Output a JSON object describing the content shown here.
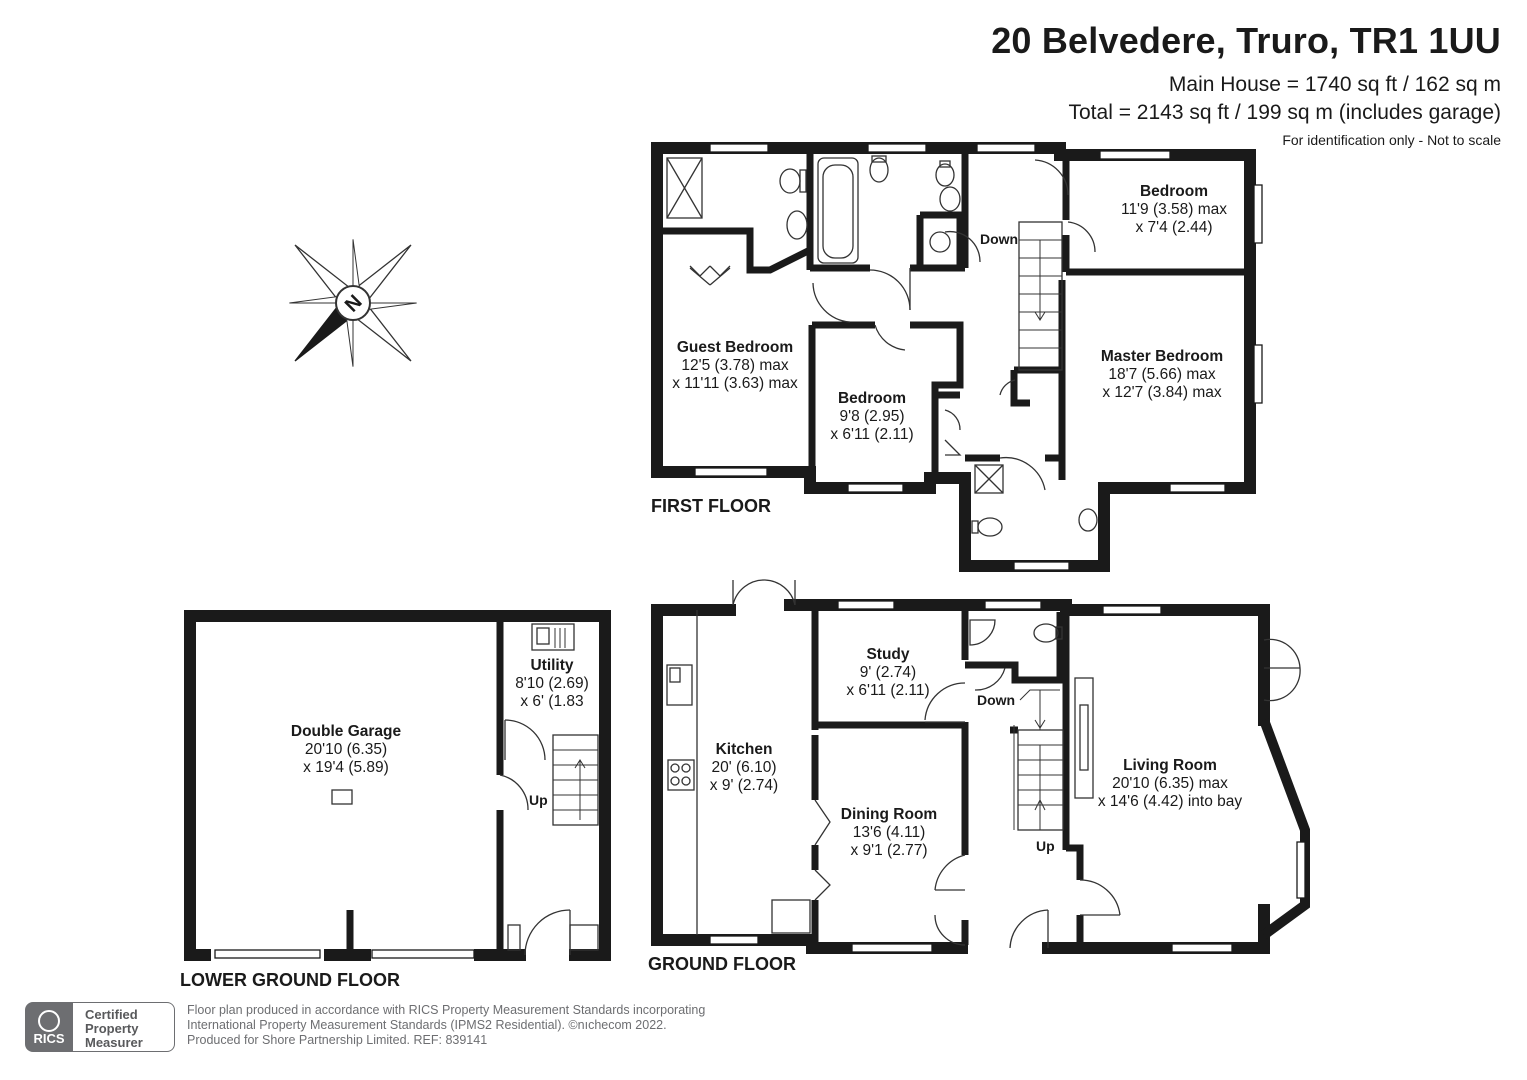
{
  "header": {
    "title": "20 Belvedere, Truro, TR1 1UU",
    "main_area": "Main House = 1740 sq ft / 162 sq m",
    "total_area": "Total = 2143 sq ft / 199 sq m (includes garage)",
    "note": "For identification only - Not to scale"
  },
  "compass": {
    "label": "N"
  },
  "floors": {
    "first": "FIRST FLOOR",
    "ground": "GROUND FLOOR",
    "lower": "LOWER GROUND FLOOR"
  },
  "rooms": [
    {
      "id": "bedroom-ne",
      "name": "Bedroom",
      "dim1": "11'9 (3.58) max",
      "dim2": "x 7'4 (2.44)"
    },
    {
      "id": "guest-bedroom",
      "name": "Guest Bedroom",
      "dim1": "12'5 (3.78) max",
      "dim2": "x 11'11 (3.63) max"
    },
    {
      "id": "master-bedroom",
      "name": "Master Bedroom",
      "dim1": "18'7 (5.66) max",
      "dim2": "x 12'7 (3.84) max"
    },
    {
      "id": "bedroom-small",
      "name": "Bedroom",
      "dim1": "9'8 (2.95)",
      "dim2": "x 6'11 (2.11)"
    },
    {
      "id": "double-garage",
      "name": "Double Garage",
      "dim1": "20'10 (6.35)",
      "dim2": "x 19'4 (5.89)"
    },
    {
      "id": "utility",
      "name": "Utility",
      "dim1": "8'10 (2.69)",
      "dim2": "x 6' (1.83"
    },
    {
      "id": "study",
      "name": "Study",
      "dim1": "9' (2.74)",
      "dim2": "x 6'11 (2.11)"
    },
    {
      "id": "kitchen",
      "name": "Kitchen",
      "dim1": "20' (6.10)",
      "dim2": "x 9' (2.74)"
    },
    {
      "id": "dining-room",
      "name": "Dining Room",
      "dim1": "13'6 (4.11)",
      "dim2": "x 9'1 (2.77)"
    },
    {
      "id": "living-room",
      "name": "Living Room",
      "dim1": "20'10 (6.35) max",
      "dim2": "x 14'6 (4.42) into bay"
    }
  ],
  "stair_labels": {
    "first_down": "Down",
    "ground_down": "Down",
    "ground_up": "Up",
    "lower_up": "Up"
  },
  "rics": {
    "badge": "RICS",
    "line1": "Certified",
    "line2": "Property",
    "line3": "Measurer"
  },
  "disclaimer": {
    "line1": "Floor plan produced in accordance with RICS Property Measurement Standards incorporating",
    "line2": "International Property Measurement Standards (IPMS2 Residential).   ©nıchecom 2022.",
    "line3": "Produced for Shore Partnership Limited.   REF:  839141"
  },
  "colors": {
    "wall": "#1a1a1a",
    "line": "#333333",
    "text_grey": "#6d6e71"
  }
}
